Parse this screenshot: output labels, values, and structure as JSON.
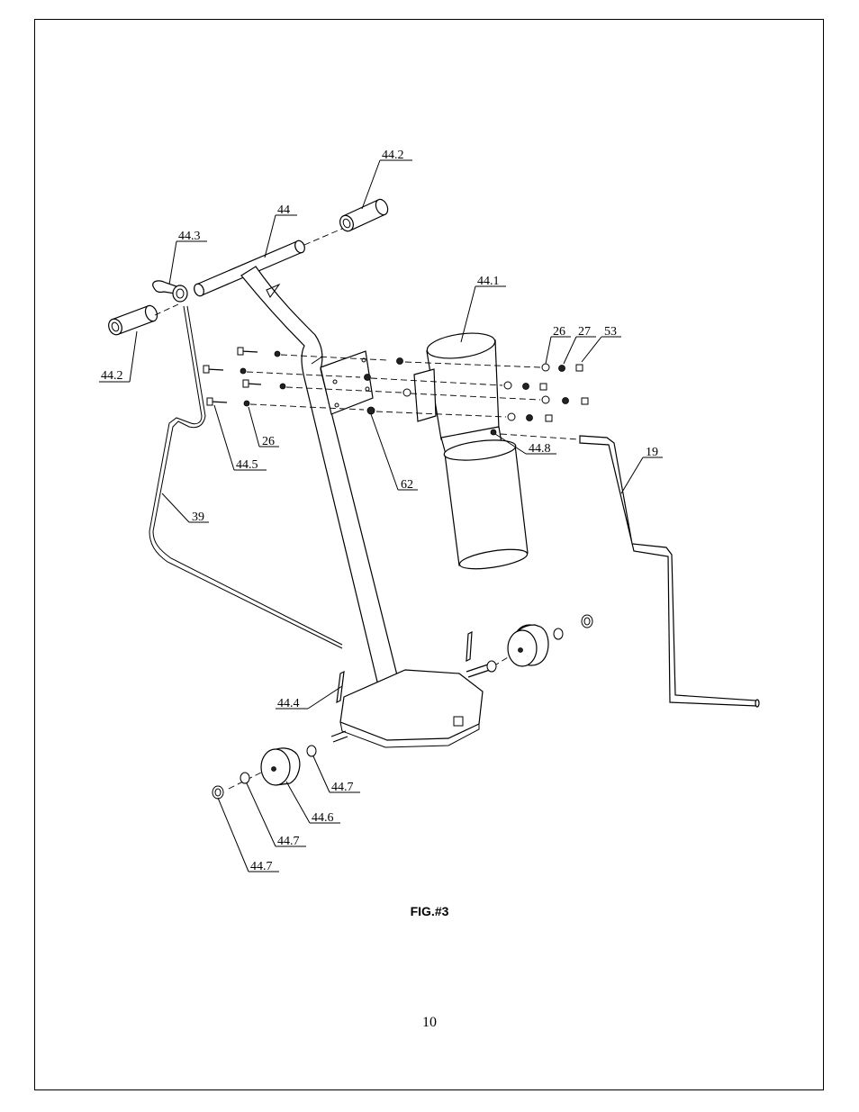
{
  "figure": {
    "caption": "FIG.#3",
    "page_number": "10"
  },
  "labels": {
    "l_44_2_top": "44.2",
    "l_44": "44",
    "l_44_3": "44.3",
    "l_44_2_left": "44.2",
    "l_44_1": "44.1",
    "l_26_top": "26",
    "l_27": "27",
    "l_53": "53",
    "l_26_bottom": "26",
    "l_44_5": "44.5",
    "l_62": "62",
    "l_44_8": "44.8",
    "l_19": "19",
    "l_39": "39",
    "l_44_4": "44.4",
    "l_44_7_a": "44.7",
    "l_44_6": "44.6",
    "l_44_7_b": "44.7",
    "l_44_7_c": "44.7"
  }
}
